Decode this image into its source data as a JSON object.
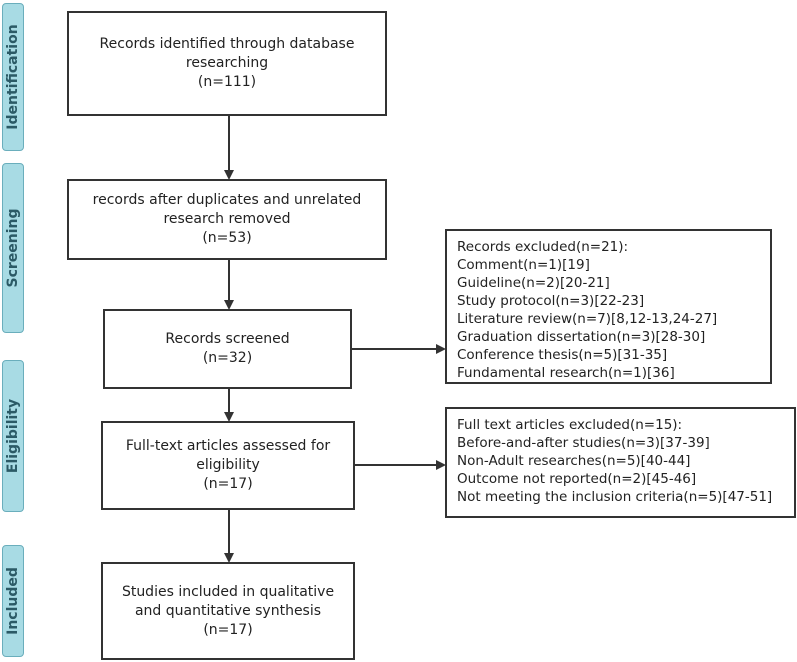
{
  "phases": [
    {
      "id": "identification",
      "label": "Identification"
    },
    {
      "id": "screening",
      "label": "Screening"
    },
    {
      "id": "eligibility",
      "label": "Eligibility"
    },
    {
      "id": "included",
      "label": "Included"
    }
  ],
  "boxes": {
    "identified": {
      "lines": [
        "Records identified through database",
        "researching",
        "(n=111)"
      ]
    },
    "after_duplicates": {
      "lines": [
        "records after duplicates and unrelated",
        "research removed",
        "(n=53)"
      ]
    },
    "screened": {
      "lines": [
        "Records screened",
        "(n=32)"
      ]
    },
    "fulltext": {
      "lines": [
        "Full-text  articles assessed for",
        "eligibility",
        "(n=17)"
      ]
    },
    "included": {
      "lines": [
        "Studies included in qualitative",
        "and quantitative synthesis",
        "(n=17)"
      ]
    },
    "excluded_records": {
      "lines": [
        "Records excluded(n=21):",
        "Comment(n=1)[19]",
        "Guideline(n=2)[20-21]",
        "Study protocol(n=3)[22-23]",
        "Literature review(n=7)[8,12-13,24-27]",
        "Graduation dissertation(n=3)[28-30]",
        "Conference thesis(n=5)[31-35]",
        "Fundamental research(n=1)[36]"
      ]
    },
    "excluded_fulltext": {
      "lines": [
        "Full text articles excluded(n=15):",
        "Before-and-after studies(n=3)[37-39]",
        "Non-Adult researches(n=5)[40-44]",
        "Outcome not reported(n=2)[45-46]",
        "Not meeting the inclusion criteria(n=5)[47-51]"
      ]
    }
  }
}
